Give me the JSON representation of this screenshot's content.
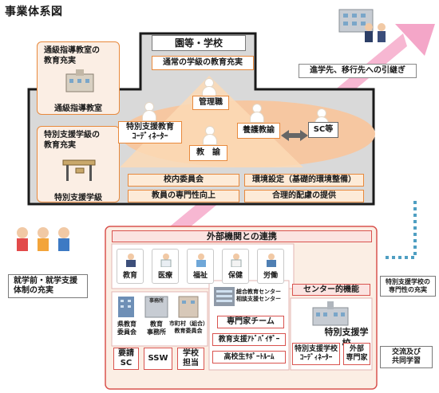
{
  "title": "事業体系図",
  "school": {
    "title": "園等・学校",
    "regular_education": "通常の学級の教育充実",
    "roles": {
      "principal": "管理職",
      "coordinator_line1": "特別支援教育",
      "coordinator_line2": "ｺｰﾃﾞｨﾈｰﾀｰ",
      "nurse": "養護教諭",
      "teacher": "教　諭",
      "sc": "SC等"
    },
    "committees": {
      "internal": "校内委員会",
      "expertise": "教員の専門性向上",
      "environment": "環境設定（基礎的環境整備）",
      "accommodation": "合理的配慮の提供"
    }
  },
  "tsukyu_panel": {
    "title_line1": "通級指導教室の",
    "title_line2": "教育充実",
    "label": "通級指導教室"
  },
  "tokushi_panel": {
    "title_line1": "特別支援学級の",
    "title_line2": "教育充実",
    "label": "特別支援学級"
  },
  "transition": "進学先、移行先への引継ぎ",
  "preschool_line1": "就学前・就学支援",
  "preschool_line2": "体制の充実",
  "external": {
    "title": "外部機関との連携",
    "tabs": [
      "教育",
      "医療",
      "福祉",
      "保健",
      "労働"
    ],
    "orgs": {
      "pref_board_line1": "県教育",
      "pref_board_line2": "委員会",
      "edu_office_line1": "教育",
      "edu_office_line2": "事務所",
      "edu_office_sign": "事務所",
      "municipal_line1": "市町村（組合）",
      "municipal_line2": "教育委員会",
      "center_line1": "総合教育センター",
      "center_line2": "相談支援センター"
    },
    "services": {
      "on_demand_line1": "要請",
      "on_demand_line2": "SC",
      "ssw": "SSW",
      "school_staff_line1": "学校",
      "school_staff_line2": "担当",
      "expert_team": "専門家チーム",
      "advisor": "教育支援ｱﾄﾞﾊﾞｲｻﾞｰ",
      "hs_support": "高校生ｻﾎﾟｰﾄﾙｰﾑ",
      "center_function": "センター的機能"
    },
    "special_school": {
      "title": "特別支援学校",
      "coordinator_line1": "特別支援学校",
      "coordinator_line2": "ｺｰﾃﾞｨﾈｰﾀｰ",
      "outside_expert_line1": "外部",
      "outside_expert_line2": "専門家"
    }
  },
  "special_school_note_line1": "特別支援学校の",
  "special_school_note_line2": "専門性の充実",
  "exchange_line1": "交流及び",
  "exchange_line2": "共同学習",
  "colors": {
    "orange_border": "#e8893c",
    "panel_fill": "#fbeee4",
    "school_fill": "#d9d9d9",
    "ellipse": "#f6c7a1",
    "pink_arrow": "#f4a6c8",
    "red_border": "#d9534f",
    "dotted_blue": "#4f9fc2"
  }
}
